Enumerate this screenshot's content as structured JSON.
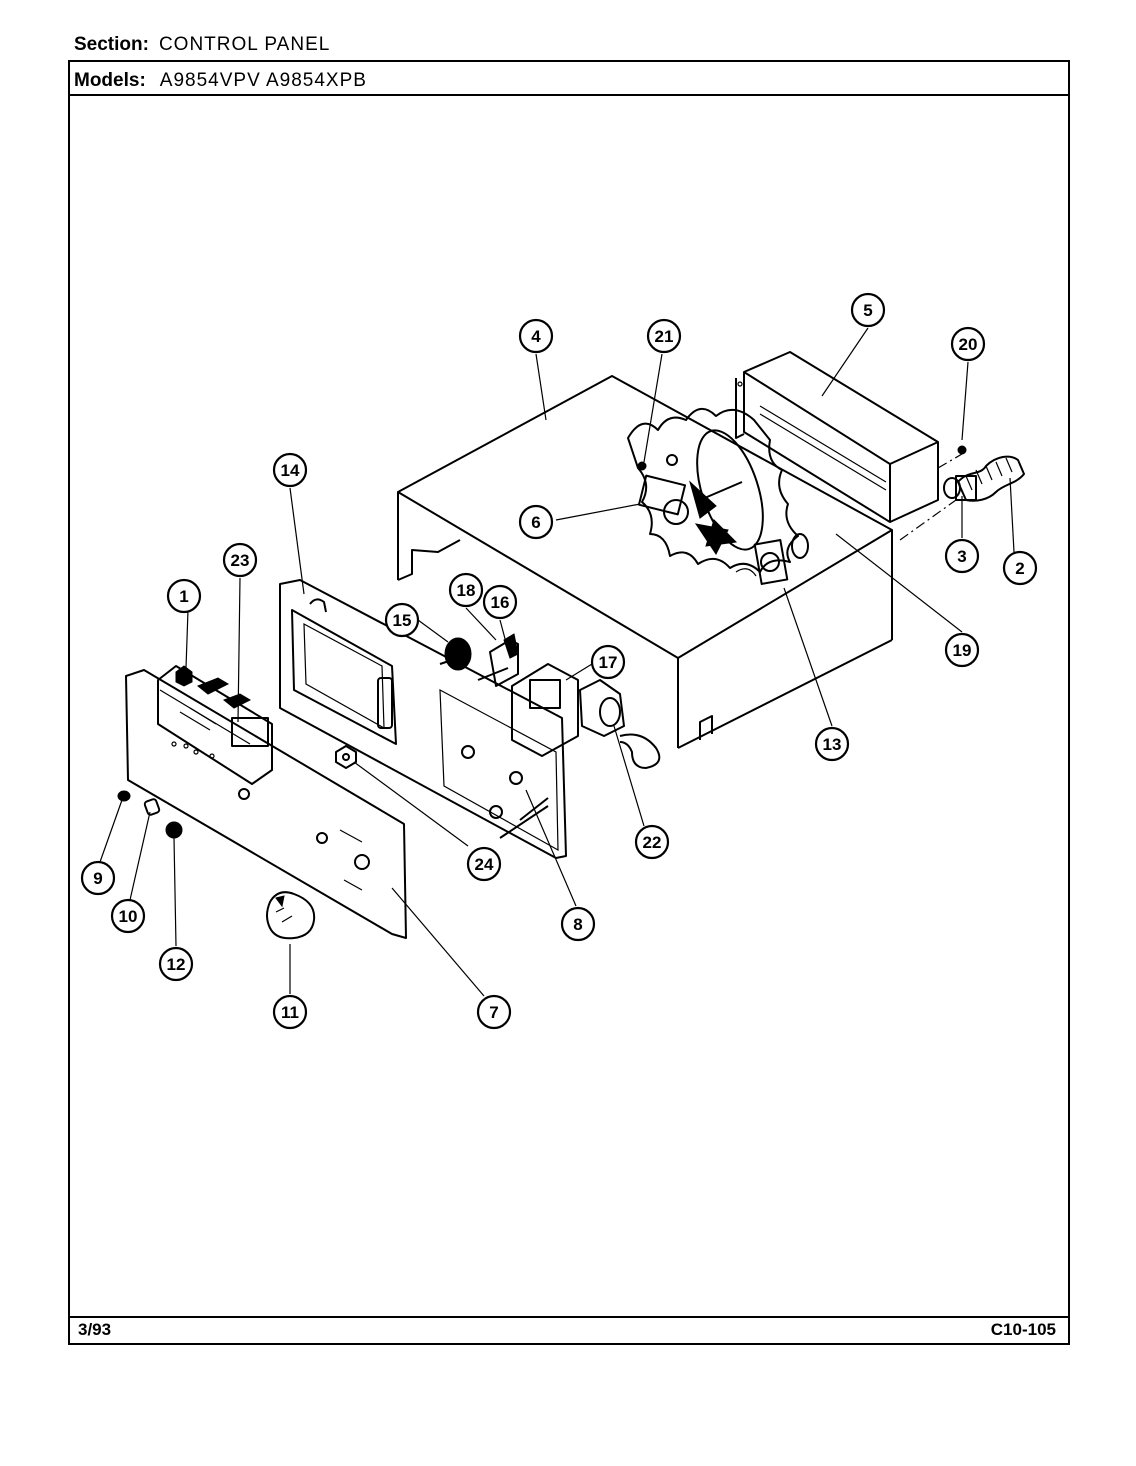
{
  "header": {
    "section_label": "Section:",
    "section_value": "CONTROL PANEL",
    "models_label": "Models:",
    "models_value": "A9854VPV  A9854XPB"
  },
  "footer": {
    "date": "3/93",
    "page_code": "C10-105"
  },
  "callouts": [
    "1",
    "2",
    "3",
    "4",
    "5",
    "6",
    "7",
    "8",
    "9",
    "10",
    "11",
    "12",
    "13",
    "14",
    "15",
    "16",
    "17",
    "18",
    "19",
    "20",
    "21",
    "22",
    "23",
    "24"
  ]
}
